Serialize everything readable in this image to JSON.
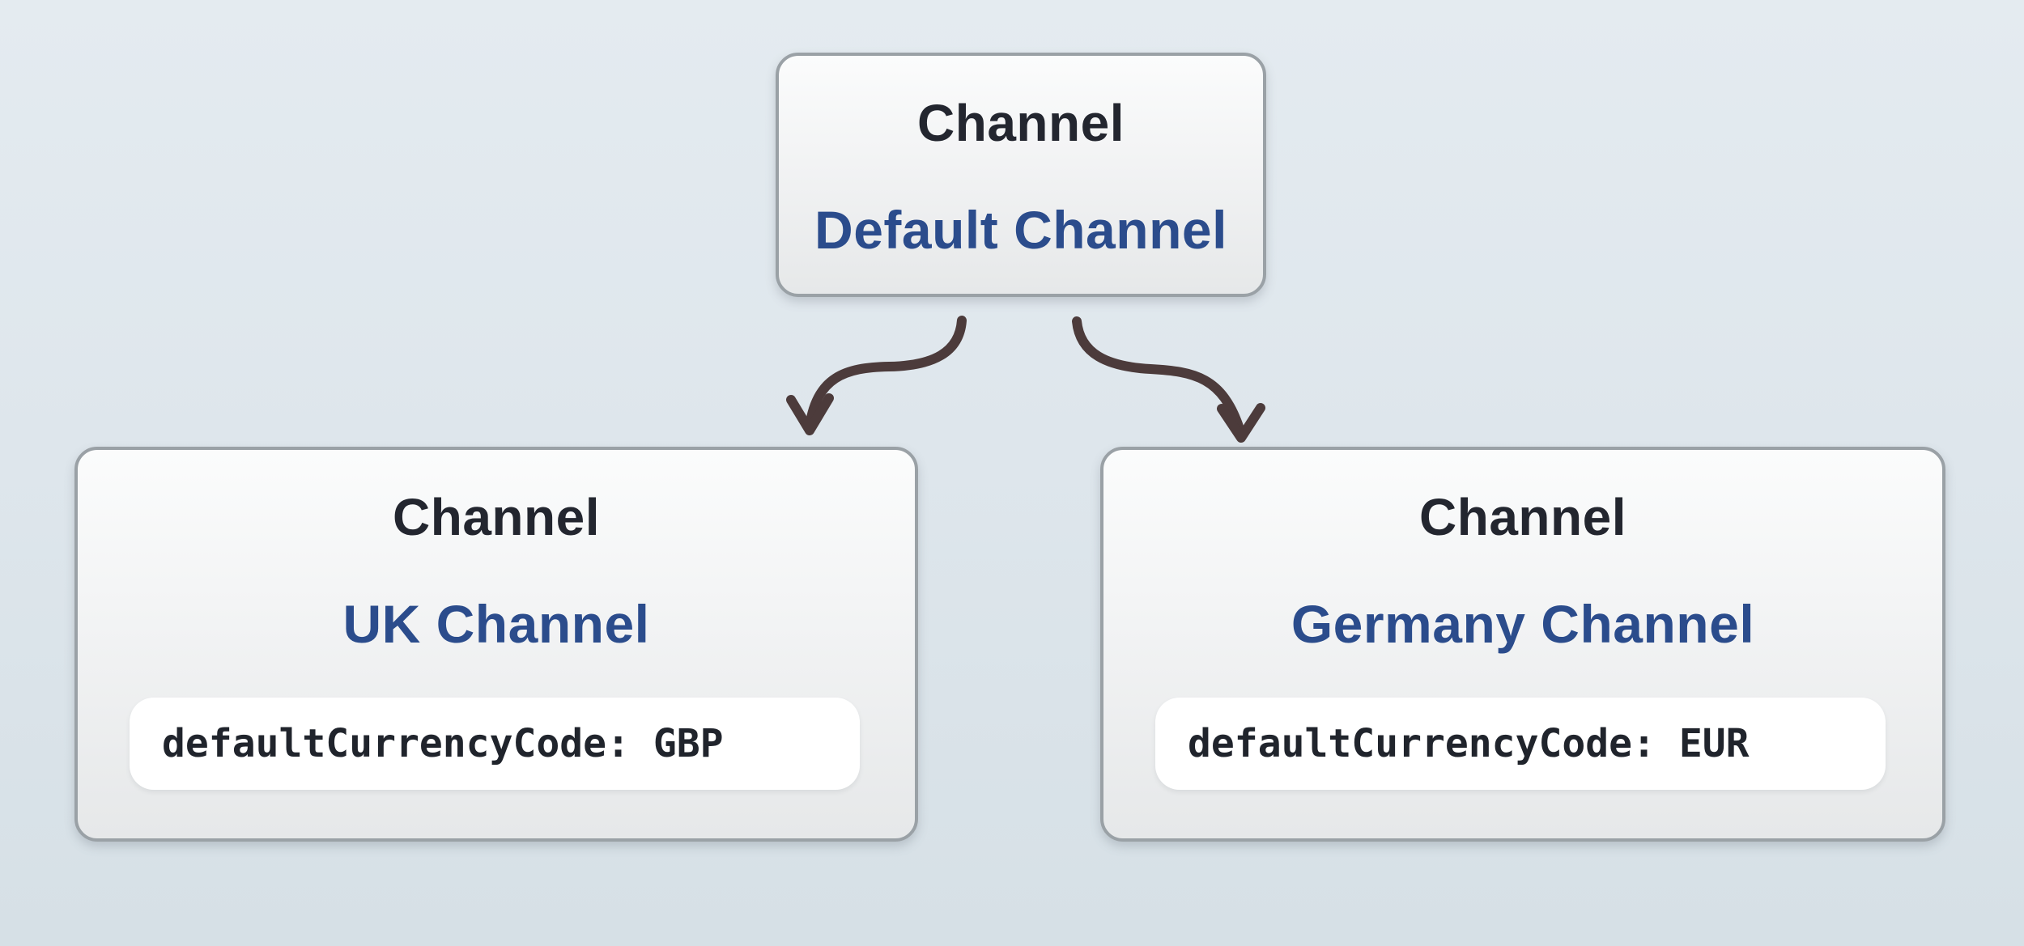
{
  "diagram": {
    "title_hint": "Channel hierarchy with default currency codes",
    "nodes": [
      {
        "id": "default-channel",
        "type_label": "Channel",
        "name": "Default Channel"
      },
      {
        "id": "uk-channel",
        "type_label": "Channel",
        "name": "UK Channel",
        "attribute": "defaultCurrencyCode: GBP"
      },
      {
        "id": "germany-channel",
        "type_label": "Channel",
        "name": "Germany Channel",
        "attribute": "defaultCurrencyCode: EUR"
      }
    ],
    "edges": [
      {
        "from": "default-channel",
        "to": "uk-channel"
      },
      {
        "from": "default-channel",
        "to": "germany-channel"
      }
    ],
    "colors": {
      "background_top": "#e4ebf0",
      "background_bottom": "#d6e0e6",
      "node_fill_top": "#fbfcfc",
      "node_fill_bottom": "#e6e8e9",
      "node_border": "#9aa1a6",
      "node_title_text": "#23262f",
      "node_name_text": "#2b4c8c",
      "attribute_pill_bg": "#ffffff",
      "attribute_text": "#20242c",
      "arrow": "#4c3b3b"
    }
  }
}
